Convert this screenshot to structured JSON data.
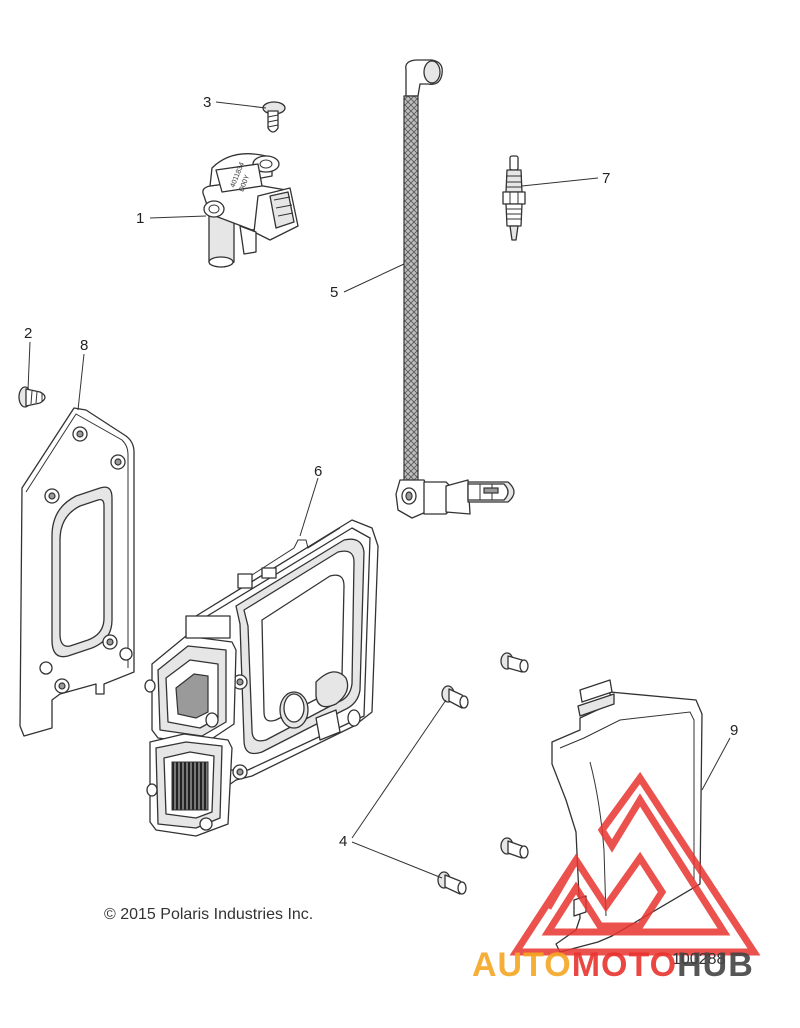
{
  "callouts": {
    "c1": "1",
    "c2": "2",
    "c3": "3",
    "c4": "4",
    "c5": "5",
    "c6": "6",
    "c7": "7",
    "c8": "8",
    "c9": "9"
  },
  "copyright": "© 2015 Polaris Industries Inc.",
  "reference_number": "100288",
  "watermark": {
    "brand_auto": "AUTO",
    "brand_moto": "MOTO",
    "brand_hub": "HUB",
    "colors": {
      "auto": "#f5a623",
      "moto": "#e8332e",
      "hub": "#444444",
      "triangle": "#e8332e"
    }
  },
  "parts_text": {
    "coil_marking_1": "4011834",
    "coil_marking_2": "D00Y"
  }
}
